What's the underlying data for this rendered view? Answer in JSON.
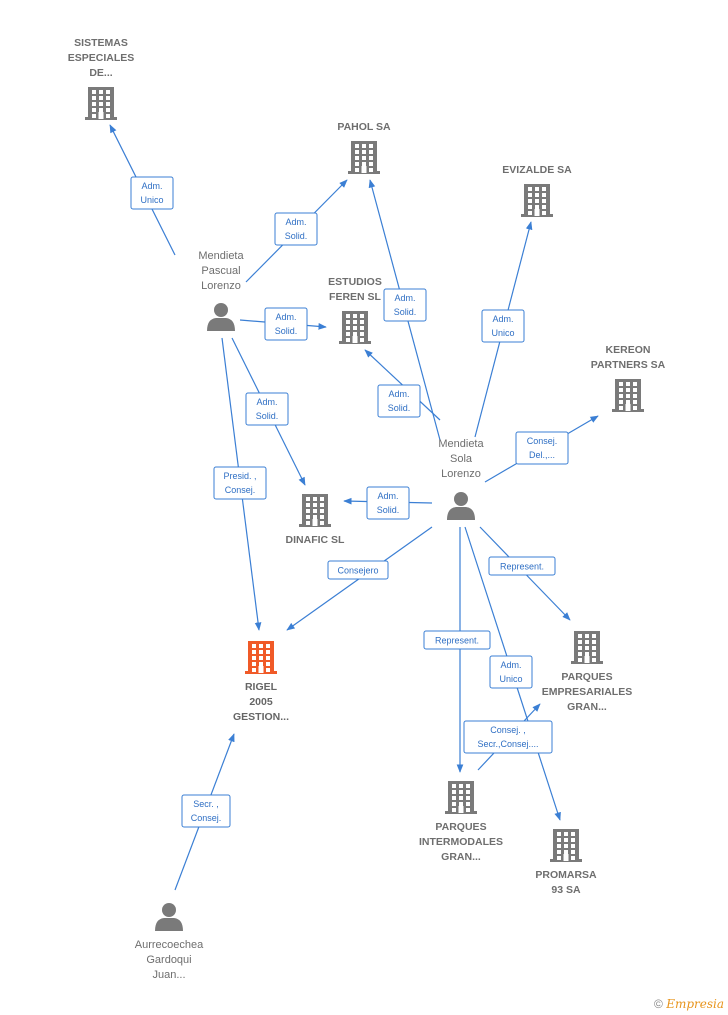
{
  "colors": {
    "edge": "#3b7fd4",
    "company": "#7a7a7a",
    "person": "#7a7a7a",
    "focus": "#f05a28"
  },
  "footer": {
    "copyright": "©",
    "brand": "Empresia"
  },
  "nodes": [
    {
      "id": "sistemas",
      "type": "company",
      "lines": [
        "SISTEMAS",
        "ESPECIALES",
        "DE..."
      ]
    },
    {
      "id": "pahol",
      "type": "company",
      "lines": [
        "PAHOL SA"
      ]
    },
    {
      "id": "evizalde",
      "type": "company",
      "lines": [
        "EVIZALDE SA"
      ]
    },
    {
      "id": "estudios",
      "type": "company",
      "lines": [
        "ESTUDIOS",
        "FEREN SL"
      ]
    },
    {
      "id": "kereon",
      "type": "company",
      "lines": [
        "KEREON",
        "PARTNERS SA"
      ]
    },
    {
      "id": "dinafic",
      "type": "company",
      "lines": [
        "DINAFIC SL"
      ]
    },
    {
      "id": "rigel",
      "type": "focus",
      "lines": [
        "RIGEL",
        "2005",
        "GESTION..."
      ]
    },
    {
      "id": "parques_emp",
      "type": "company",
      "lines": [
        "PARQUES",
        "EMPRESARIALES",
        "GRAN..."
      ]
    },
    {
      "id": "parques_int",
      "type": "company",
      "lines": [
        "PARQUES",
        "INTERMODALES",
        "GRAN..."
      ]
    },
    {
      "id": "promarsa",
      "type": "company",
      "lines": [
        "PROMARSA",
        "93 SA"
      ]
    },
    {
      "id": "mendieta_pascual",
      "type": "person",
      "lines": [
        "Mendieta",
        "Pascual",
        "Lorenzo"
      ]
    },
    {
      "id": "mendieta_sola",
      "type": "person",
      "lines": [
        "Mendieta",
        "Sola",
        "Lorenzo"
      ]
    },
    {
      "id": "aurrecoechea",
      "type": "person",
      "lines": [
        "Aurrecoechea",
        "Gardoqui",
        "Juan..."
      ]
    }
  ],
  "edges": [
    {
      "from": "mendieta_pascual",
      "to": "sistemas",
      "label": [
        "Adm.",
        "Unico"
      ]
    },
    {
      "from": "mendieta_pascual",
      "to": "pahol",
      "label": [
        "Adm.",
        "Solid."
      ]
    },
    {
      "from": "mendieta_pascual",
      "to": "estudios",
      "label": [
        "Adm.",
        "Solid."
      ]
    },
    {
      "from": "mendieta_pascual",
      "to": "dinafic",
      "label": [
        "Adm.",
        "Solid."
      ]
    },
    {
      "from": "mendieta_pascual",
      "to": "rigel",
      "label": [
        "Presid. ,",
        "Consej."
      ]
    },
    {
      "from": "mendieta_sola",
      "to": "pahol",
      "label": [
        "Adm.",
        "Solid."
      ]
    },
    {
      "from": "mendieta_sola",
      "to": "evizalde",
      "label": [
        "Adm.",
        "Unico"
      ]
    },
    {
      "from": "mendieta_sola",
      "to": "estudios",
      "label": [
        "Adm.",
        "Solid."
      ]
    },
    {
      "from": "mendieta_sola",
      "to": "kereon",
      "label": [
        "Consej.",
        "Del.,..."
      ]
    },
    {
      "from": "mendieta_sola",
      "to": "dinafic",
      "label": [
        "Adm.",
        "Solid."
      ]
    },
    {
      "from": "mendieta_sola",
      "to": "rigel",
      "label": [
        "Consejero"
      ]
    },
    {
      "from": "mendieta_sola",
      "to": "parques_emp",
      "label": [
        "Represent."
      ]
    },
    {
      "from": "mendieta_sola",
      "to": "parques_int",
      "label": [
        "Represent."
      ]
    },
    {
      "from": "mendieta_sola",
      "to": "promarsa",
      "label": [
        "Adm.",
        "Unico"
      ]
    },
    {
      "from": "parques_int",
      "to": "parques_emp",
      "label": [
        "Consej. ,",
        "Secr.,Consej...."
      ]
    },
    {
      "from": "aurrecoechea",
      "to": "rigel",
      "label": [
        "Secr. ,",
        "Consej."
      ]
    }
  ]
}
